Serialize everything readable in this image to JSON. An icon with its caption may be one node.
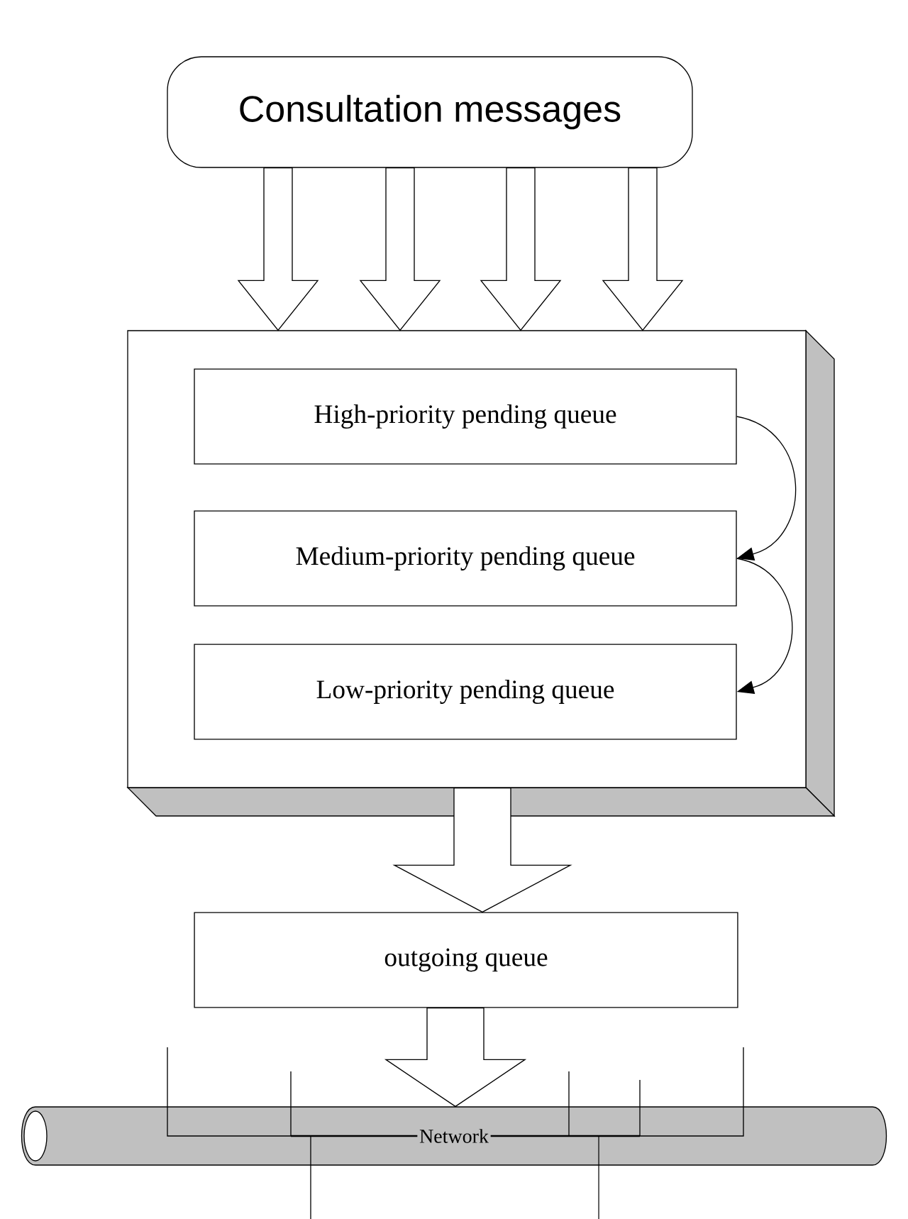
{
  "diagram": {
    "nodes": [
      {
        "text": [
          "Consultation messages"
        ]
      },
      {
        "text": [],
        "shape": "box"
      },
      {
        "text": [
          "High-priority pending queue"
        ],
        "in": 1
      },
      {
        "text": [
          "Medium-priority pending queue"
        ],
        "in": 1
      },
      {
        "text": [
          "Low-priority pending queue"
        ],
        "in": 1
      },
      {
        "text": [
          "outgoing queue"
        ]
      },
      {
        "text": [
          "Network"
        ]
      }
    ],
    "edges": [
      {
        "from": 0,
        "to": 1,
        "arrow": "to",
        "style": "thick"
      },
      {
        "from": 0,
        "to": 1,
        "arrow": "to",
        "style": "thick"
      },
      {
        "from": 0,
        "to": 1,
        "arrow": "to",
        "style": "thick"
      },
      {
        "from": 0,
        "to": 1,
        "arrow": "to",
        "style": "thick"
      },
      {
        "from": 2,
        "to": 3,
        "arrow": "to"
      },
      {
        "from": 3,
        "to": 4,
        "arrow": "to"
      },
      {
        "from": 1,
        "to": 5,
        "arrow": "to",
        "style": "thick"
      },
      {
        "from": 5,
        "to": 6,
        "arrow": "to",
        "style": "thick"
      }
    ]
  }
}
